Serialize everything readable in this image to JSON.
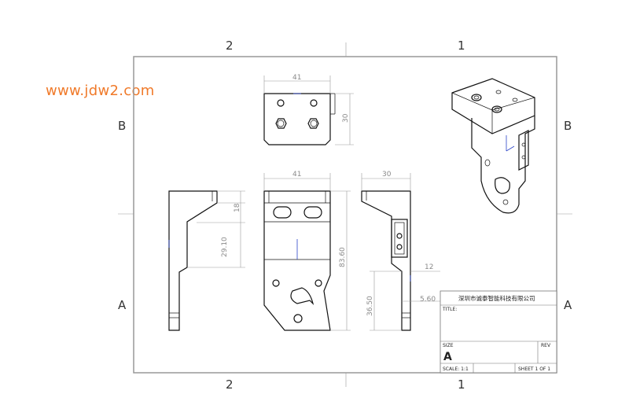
{
  "watermark": "www.jdw2.com",
  "zones": {
    "top_left": "2",
    "top_right": "1",
    "bottom_left": "2",
    "bottom_right": "1",
    "left_upper": "B",
    "left_lower": "A",
    "right_upper": "B",
    "right_lower": "A"
  },
  "dimensions": {
    "top_width": "41",
    "top_height": "30",
    "front_width": "41",
    "front_height": "83.60",
    "left_a": "18",
    "left_b": "29.10",
    "right_width": "30",
    "right_a": "12",
    "right_b": "5.60",
    "right_c": "36.50"
  },
  "title_block": {
    "company": "深圳市诚泰智能科技有限公司",
    "title_label": "TITLE:",
    "size_label": "SIZE",
    "size_value": "A",
    "rev_label": "REV",
    "scale": "SCALE: 1:1",
    "sheet": "SHEET 1 OF 1"
  }
}
